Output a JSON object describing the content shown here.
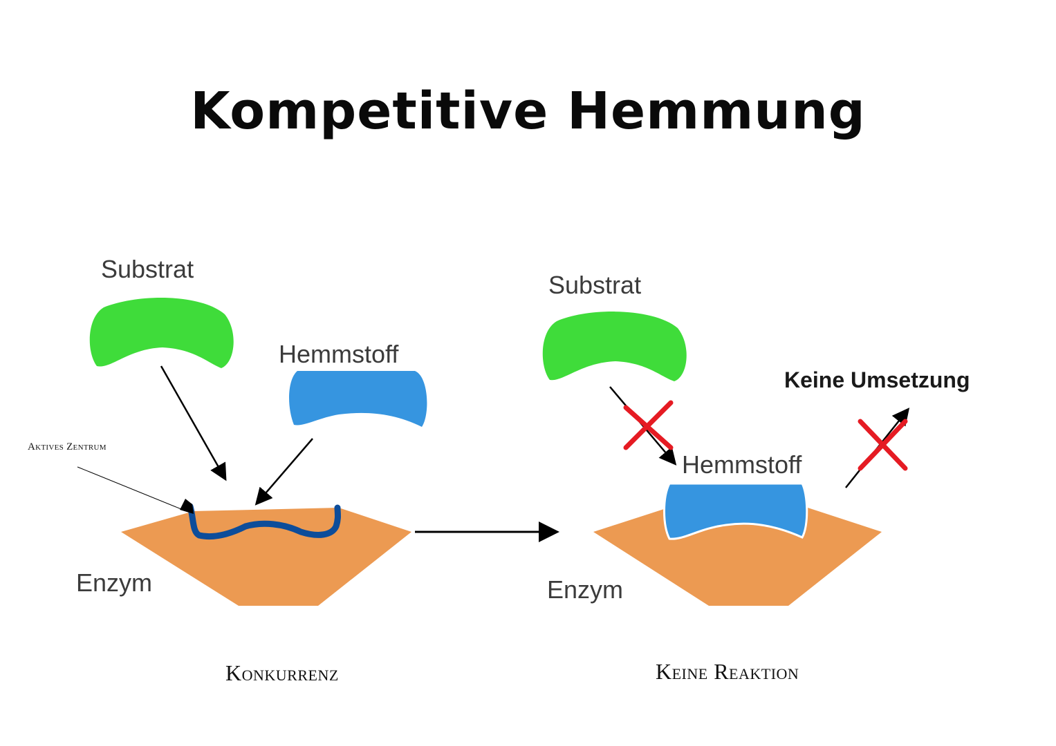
{
  "title": "Kompetitive Hemmung",
  "left_panel": {
    "substrate_label": "Substrat",
    "inhibitor_label": "Hemmstoff",
    "enzyme_label": "Enzym",
    "active_site_label": "Aktives Zentrum",
    "caption": "Konkurrenz"
  },
  "right_panel": {
    "substrate_label": "Substrat",
    "inhibitor_label": "Hemmstoff",
    "enzyme_label": "Enzym",
    "no_conversion_label": "Keine Umsetzung",
    "caption": "Keine Reaktion"
  },
  "colors": {
    "substrate": "#3fdc3a",
    "inhibitor": "#3695e0",
    "enzyme": "#ec9a52",
    "active_site_outline": "#0d4d9a",
    "cross": "#e51b23"
  }
}
